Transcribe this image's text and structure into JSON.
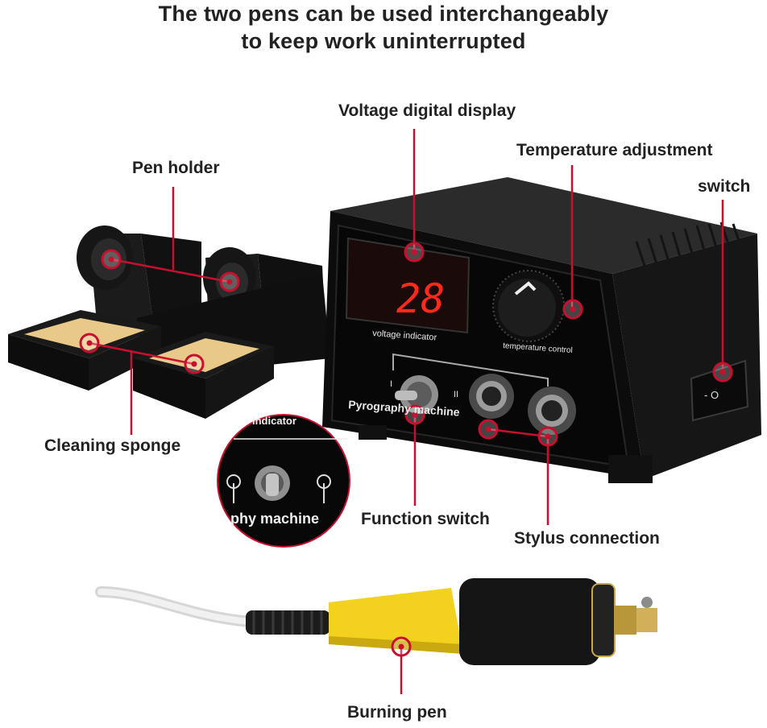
{
  "headline": {
    "line1": "The two pens can be used interchangeably",
    "line2": "to keep work uninterrupted"
  },
  "callouts": {
    "voltage_display": "Voltage digital display",
    "temperature_adjustment": "Temperature adjustment",
    "switch": "switch",
    "pen_holder": "Pen holder",
    "cleaning_sponge": "Cleaning sponge",
    "function_switch": "Function switch",
    "stylus_connection": "Stylus connection",
    "burning_pen": "Burning pen"
  },
  "device": {
    "display_value": "28",
    "voltage_indicator_label": "voltage indicator",
    "temperature_control_label": "temperature control",
    "brand_label": "Pyrography machine",
    "position_one": "I",
    "position_two": "II",
    "power_symbols": "- O"
  },
  "inset": {
    "indicator_text": "indicator",
    "machine_text": "phy machine"
  },
  "colors": {
    "accent_red": "#c8102e",
    "sponge": "#e8c98a",
    "pen_grip": "#f2d21f",
    "led": "#ff2a1a"
  }
}
